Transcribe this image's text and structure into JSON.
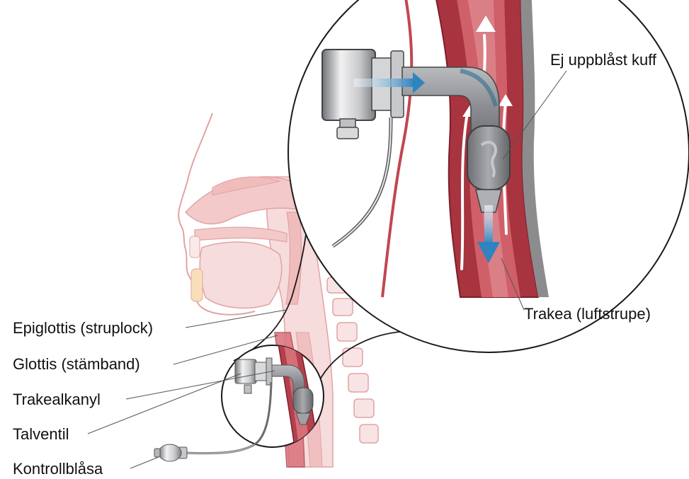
{
  "labels": {
    "epiglottis": "Epiglottis (struplock)",
    "glottis": "Glottis (stämband)",
    "trakealkanyl": "Trakealkanyl",
    "talventil": "Talventil",
    "kontrollblasa": "Kontrollblåsa",
    "kuff": "Ej uppblåst kuff",
    "trakea": "Trakea (luftstrupe)"
  },
  "colors": {
    "skin_outline": "#e2a3a3",
    "tissue_fill": "#f6dcdc",
    "trachea_wall": "#a7343f",
    "trachea_dark": "#7e1f2a",
    "device_gray": "#8e9095",
    "device_light": "#dcdddf",
    "airflow_blue": "#3d8ec4",
    "label_text": "#111111",
    "leader_line": "#555555"
  },
  "icons": {
    "airflow_in": "arrow-right-icon",
    "airflow_out": "arrow-down-icon",
    "airflow_up": "arrow-up-icon"
  }
}
